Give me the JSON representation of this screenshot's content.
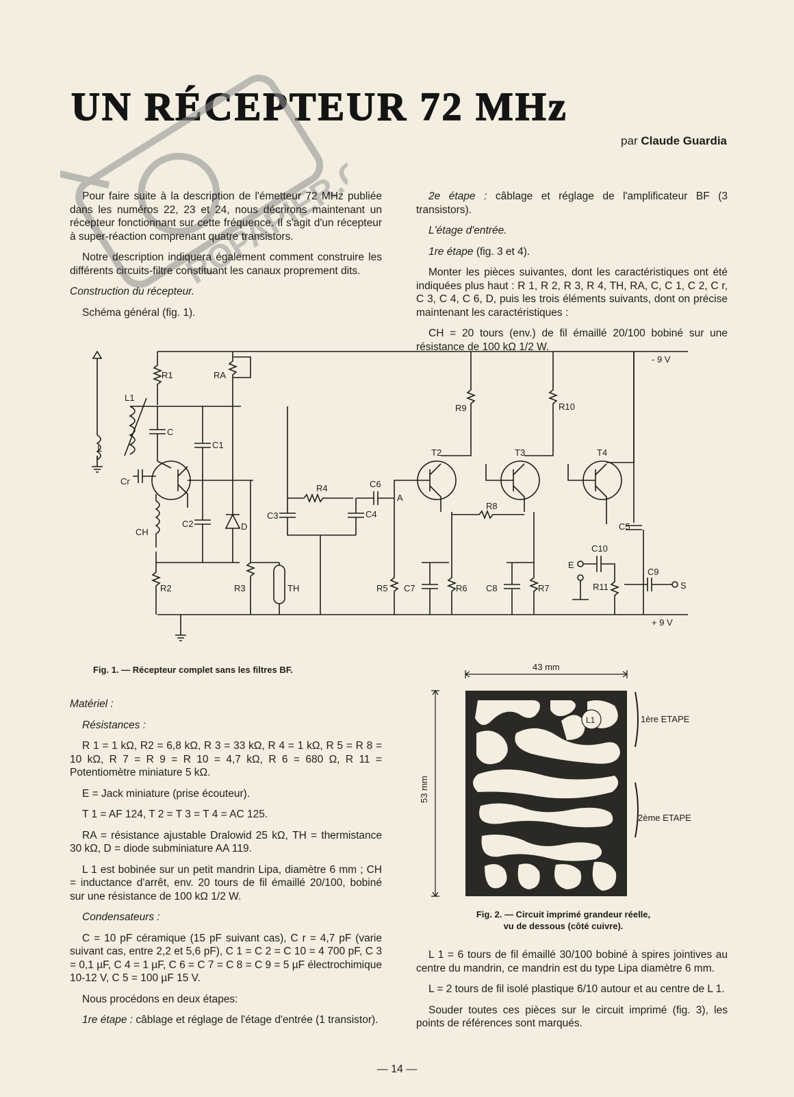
{
  "article": {
    "title": "UN RÉCEPTEUR 72 MHz",
    "author_prefix": "par",
    "author_name": "Claude Guardia",
    "page_number": "— 14 —"
  },
  "watermark": {
    "text": "ROPAPIER.COM"
  },
  "left_top": {
    "p1": "Pour faire suite à la description de l'émetteur 72 MHz publiée dans les numéros 22, 23 et 24, nous décrirons maintenant un récepteur fonctionnant sur cette fréquence. Il s'agit d'un récepteur à super-réaction comprenant quatre transistors.",
    "p2": "Notre description indiquera également comment construire les différents circuits-filtre constituant les canaux proprement dits.",
    "p3": "Construction du récepteur.",
    "p4": "Schéma général (fig. 1)."
  },
  "right_top": {
    "p1_lead": "2e étape :",
    "p1_rest": "câblage et réglage de l'amplificateur BF (3 transistors).",
    "p2": "L'étage d'entrée.",
    "p3_lead": "1re étape",
    "p3_rest": "(fig. 3 et 4).",
    "p4": "Monter les pièces suivantes, dont les caractéristiques ont été indiquées plus haut : R 1, R 2, R 3, R 4, TH, RA, C, C 1, C 2, C r, C 3, C 4, C 6, D, puis les trois éléments suivants, dont on précise maintenant les caractéristiques :",
    "p5": "CH = 20 tours (env.) de fil émaillé 20/100 bobiné sur une résistance de 100 kΩ 1/2 W."
  },
  "fig1": {
    "caption": "Fig. 1. — Récepteur complet sans les filtres BF.",
    "labels": {
      "R1": "R1",
      "RA": "RA",
      "L1": "L1",
      "C": "C",
      "C1": "C1",
      "L": "L",
      "Cr": "Cr",
      "CH": "CH",
      "C2": "C2",
      "D": "D",
      "R2": "R2",
      "R3": "R3",
      "TH": "TH",
      "C3": "C3",
      "R4": "R4",
      "C4": "C4",
      "C6": "C6",
      "A": "A",
      "R9": "R9",
      "R10": "R10",
      "T2": "T2",
      "T3": "T3",
      "T4": "T4",
      "R8": "R8",
      "R5": "R5",
      "C7": "C7",
      "R6": "R6",
      "C8": "C8",
      "R7": "R7",
      "C5": "C5",
      "C10": "C10",
      "E": "E",
      "R11": "R11",
      "C9": "C9",
      "S": "S",
      "neg9": "- 9 V",
      "pos9": "+ 9 V"
    }
  },
  "left_bottom": {
    "materiel": "Matériel :",
    "resistances": "Résistances :",
    "r_list": "R 1 = 1 kΩ, R2 = 6,8 kΩ, R 3 = 33 kΩ, R 4 = 1 kΩ, R 5 = R 8 = 10 kΩ, R 7 = R 9 = R 10 = 4,7 kΩ, R 6 = 680 Ω, R 11 = Potentiomètre miniature 5 kΩ.",
    "e_line": "E = Jack miniature (prise écouteur).",
    "t_line": "T 1 = AF 124, T 2 = T 3 = T 4 = AC 125.",
    "ra_line": "RA = résistance ajustable Dralowid 25 kΩ, TH = thermistance 30 kΩ, D = diode subminiature AA 119.",
    "l1_line": "L 1 est bobinée sur un petit mandrin Lipa, diamètre 6 mm ; CH = inductance d'arrêt, env. 20 tours de fil émaillé 20/100, bobiné sur une résistance de 100 kΩ 1/2 W.",
    "condensateurs": "Condensateurs :",
    "c_list": "C = 10 pF céramique (15 pF suivant cas), C r = 4,7 pF (varie suivant cas, entre 2,2 et 5,6 pF), C 1 = C 2 = C 10 = 4 700 pF, C 3 = 0,1 µF, C 4 = 1 µF, C 6 = C 7 = C 8 = C 9 = 5 µF électrochimique 10-12 V, C 5 = 100 µF 15 V.",
    "steps": "Nous procédons en deux étapes:",
    "step1_lead": "1re étape :",
    "step1_rest": "câblage et réglage de l'étage d'entrée (1 transistor)."
  },
  "fig2": {
    "width_label": "43 mm",
    "height_label": "53 mm",
    "l1_label": "L1",
    "stage1": "1ère ETAPE",
    "stage2": "2ème ETAPE",
    "caption_line1": "Fig. 2. — Circuit imprimé grandeur réelle,",
    "caption_line2": "vu de dessous (côté cuivre)."
  },
  "right_bottom": {
    "p1": "L 1 = 6 tours de fil émaillé 30/100 bobiné à spires jointives au centre du mandrin, ce mandrin est du type Lipa diamètre 6 mm.",
    "p2": "L = 2 tours de fil isolé plastique 6/10 autour et au centre de L 1.",
    "p3": "Souder toutes ces pièces sur le circuit imprimé (fig. 3), les points de références sont marqués."
  }
}
